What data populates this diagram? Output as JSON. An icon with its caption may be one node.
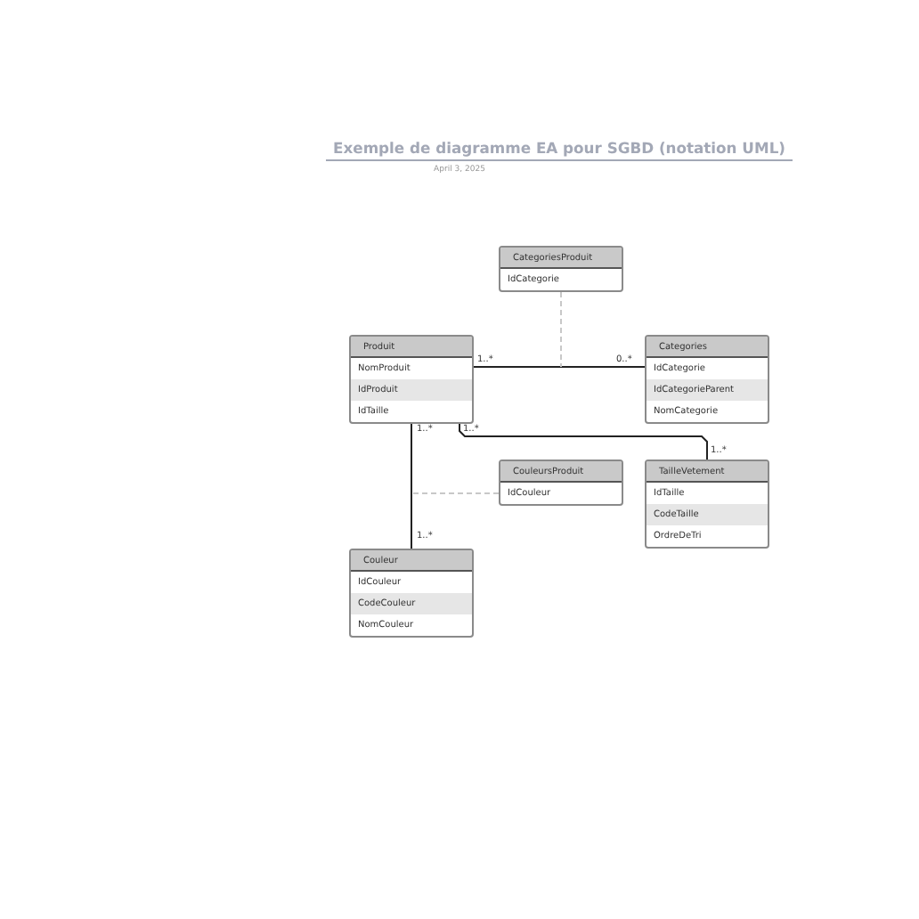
{
  "diagram": {
    "title": "Exemple de diagramme EA pour SGBD (notation UML)",
    "nodes": [
      {
        "text": [
          "CategoriesProduit",
          "IdCategorie"
        ]
      },
      {
        "text": [
          "Produit",
          "NomProduit",
          "IdProduit",
          "IdTaille"
        ]
      },
      {
        "text": [
          "Categories",
          "IdCategorie",
          "IdCategorieParent",
          "NomCategorie"
        ]
      },
      {
        "text": [
          "CouleursProduit",
          "IdCouleur"
        ]
      },
      {
        "text": [
          "TailleVetement",
          "IdTaille",
          "CodeTaille",
          "OrdreDeTri"
        ]
      },
      {
        "text": [
          "Couleur",
          "IdCouleur",
          "CodeCouleur",
          "NomCouleur"
        ]
      }
    ],
    "edges": [
      {
        "from": 1,
        "to": 2,
        "arrow": "none"
      },
      {
        "from": 0,
        "to": null,
        "arrow": "none",
        "style": "dashed",
        "color": "#c8c8c8"
      },
      {
        "from": 1,
        "to": 5,
        "arrow": "none"
      },
      {
        "from": 3,
        "to": null,
        "arrow": "none",
        "style": "dashed",
        "color": "#c8c8c8"
      },
      {
        "from": 1,
        "to": 4,
        "arrow": "none"
      }
    ],
    "labels": [
      "April 3, 2025",
      "1..*",
      "0..*",
      "1..*",
      "1..*",
      "1..*",
      "1..*"
    ]
  }
}
